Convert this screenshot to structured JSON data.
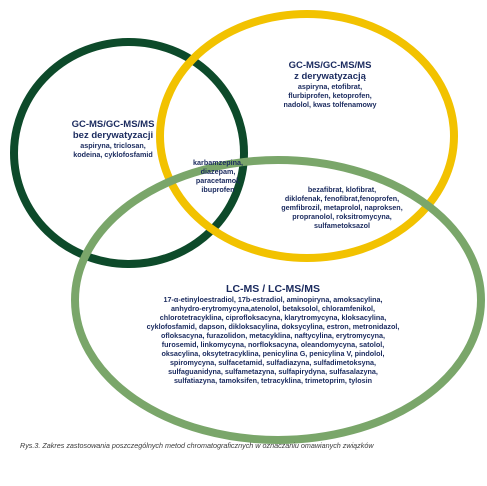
{
  "colors": {
    "left_circle": "#0d4a2a",
    "right_circle": "#f2c200",
    "bottom_circle": "#7aa66a",
    "text": "#1a2a5e"
  },
  "left": {
    "header": [
      "GC-MS/GC-MS/MS",
      "bez derywatyzacji"
    ],
    "items": [
      "aspiryna, triclosan,",
      "kodeina, cyklofosfamid"
    ]
  },
  "right": {
    "header": [
      "GC-MS/GC-MS/MS",
      "z derywatyzacją"
    ],
    "items": [
      "aspiryna, etofibrat,",
      "flurbiprofen, ketoprofen,",
      "nadolol, kwas tolfenamowy"
    ]
  },
  "overlap_left_bottom": {
    "items": [
      "karbamzepina,",
      "diazepam,",
      "paracetamol,",
      "ibuprofen"
    ]
  },
  "overlap_right_bottom": {
    "items": [
      "bezafibrat, klofibrat,",
      "diklofenak, fenofibrat,fenoprofen,",
      "gemfibrozil, metaprolol, naproksen,",
      "propranolol, roksitromycyna,",
      "sulfametoksazol"
    ]
  },
  "bottom": {
    "header": [
      "LC-MS / LC-MS/MS"
    ],
    "items": [
      "17-α-etinyloestradiol, 17b-estradiol, aminopiryna, amoksacylina,",
      "anhydro-erytromycyna,atenolol, betaksolol, chloramfenikol,",
      "chlorotetracyklina, ciprofloksacyna, klarytromycyna, kloksacylina,",
      "cyklofosfamid, dapson, dikloksacylina, doksycylina, estron, metronidazol,",
      "ofloksacyna, furazolidon, metacyklina, naftycylina, erytromycyna,",
      "furosemid, linkomycyna, norfloksacyna, oleandomycyna, satolol,",
      "oksacylina, oksytetracyklina, penicylina G, penicylina V, pindolol,",
      "spiromycyna, sulfacetamid, sulfadiazyna, sulfadimetoksyna,",
      "sulfaguanidyna, sulfametazyna, sulfapirydyna, sulfasalazyna,",
      "sulfatiazyna, tamoksifen, tetracyklina, trimetoprim, tylosin"
    ]
  },
  "caption": "Rys.3. Zakres zastosowania poszczególnych metod chromatograficznych w oznaczaniu omawianych związków"
}
